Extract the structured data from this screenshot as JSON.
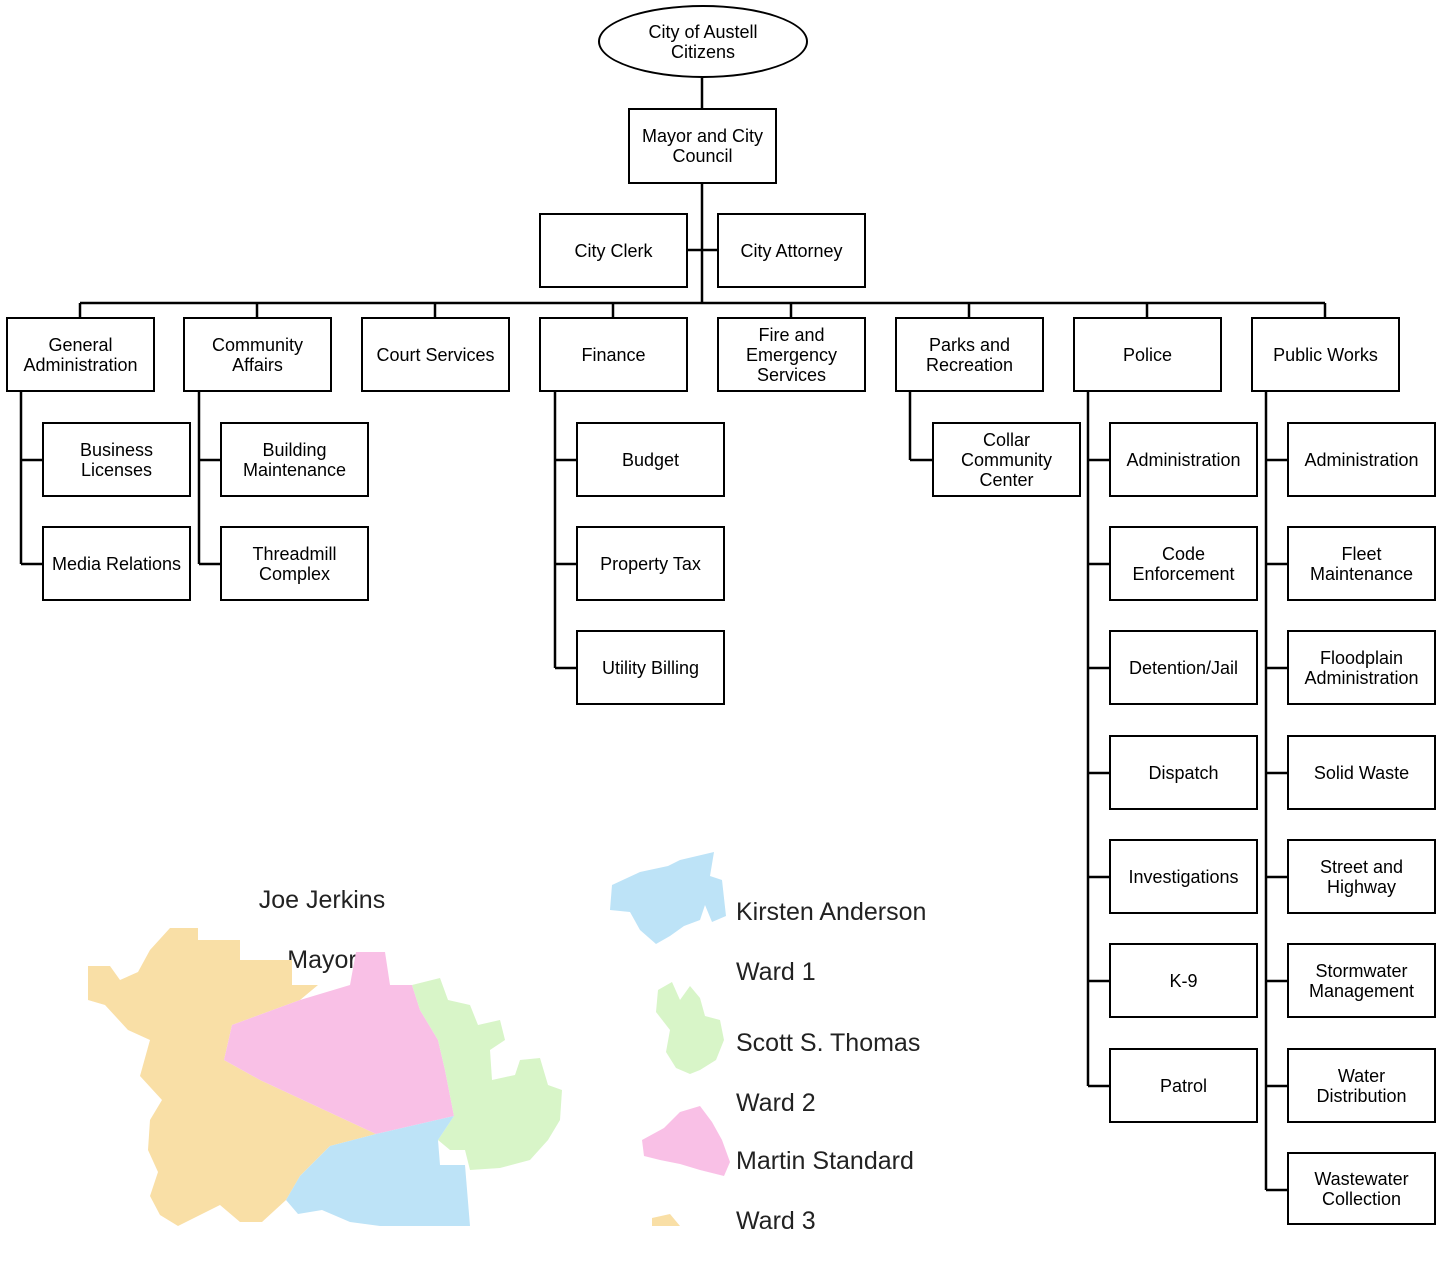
{
  "org_chart": {
    "root": "City of Austell\nCitizens",
    "council": "Mayor and City\nCouncil",
    "advisors": [
      "City Clerk",
      "City Attorney"
    ],
    "departments": [
      {
        "label": "General\nAdministration",
        "children": [
          "Business\nLicenses",
          "Media Relations"
        ]
      },
      {
        "label": "Community\nAffairs",
        "children": [
          "Building\nMaintenance",
          "Threadmill\nComplex"
        ]
      },
      {
        "label": "Court Services",
        "children": []
      },
      {
        "label": "Finance",
        "children": [
          "Budget",
          "Property Tax",
          "Utility Billing"
        ]
      },
      {
        "label": "Fire and\nEmergency\nServices",
        "children": []
      },
      {
        "label": "Parks and\nRecreation",
        "children": [
          "Collar\nCommunity\nCenter"
        ]
      },
      {
        "label": "Police",
        "children": [
          "Administration",
          "Code\nEnforcement",
          "Detention/Jail",
          "Dispatch",
          "Investigations",
          "K-9",
          "Patrol"
        ]
      },
      {
        "label": "Public Works",
        "children": [
          "Administration",
          "Fleet\nMaintenance",
          "Floodplain\nAdministration",
          "Solid Waste",
          "Street and\nHighway",
          "Stormwater\nManagement",
          "Water\nDistribution",
          "Wastewater\nCollection"
        ]
      }
    ]
  },
  "map_legend": {
    "mayor": {
      "name": "Joe Jerkins",
      "title": "Mayor"
    },
    "wards": [
      {
        "name": "Kirsten Anderson",
        "ward": "Ward 1",
        "color": "#bde3f7"
      },
      {
        "name": "Scott S. Thomas",
        "ward": "Ward 2",
        "color": "#d8f5c8"
      },
      {
        "name": "Martin Standard",
        "ward": "Ward 3",
        "color": "#f9c0e6"
      }
    ],
    "ward4_color": "#f9dfa6"
  },
  "colors": {
    "line": "#000000",
    "box_border": "#000000",
    "map_text": "#222222"
  }
}
